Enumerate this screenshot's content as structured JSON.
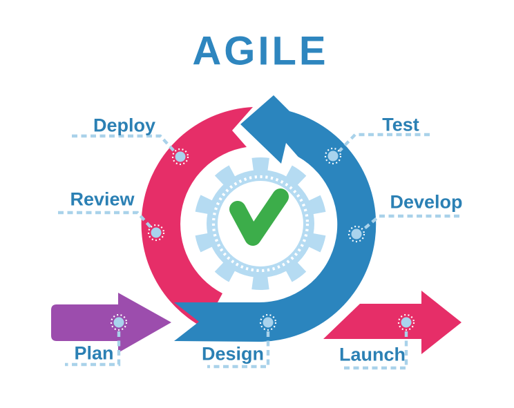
{
  "title": "AGILE",
  "stages": [
    {
      "id": "deploy",
      "label": "Deploy"
    },
    {
      "id": "test",
      "label": "Test"
    },
    {
      "id": "review",
      "label": "Review"
    },
    {
      "id": "develop",
      "label": "Develop"
    },
    {
      "id": "plan",
      "label": "Plan"
    },
    {
      "id": "design",
      "label": "Design"
    },
    {
      "id": "launch",
      "label": "Launch"
    }
  ],
  "center_icon": "gear-with-green-checkmark",
  "cycle": {
    "direction": "counter-clockwise",
    "entry_arrow": "Plan",
    "exit_arrow": "Launch"
  },
  "colors": {
    "pink": "#E62E68",
    "blue": "#2B85BE",
    "purple": "#9C4DAD",
    "light_blue": "#B5DBF2",
    "green": "#3CAD4A",
    "label_blue": "#2B80B4",
    "title_blue": "#2E86BF",
    "dashed_line": "#A9D2EA",
    "dot_fill": "#A9D3ED",
    "background": "#FFFFFF"
  }
}
